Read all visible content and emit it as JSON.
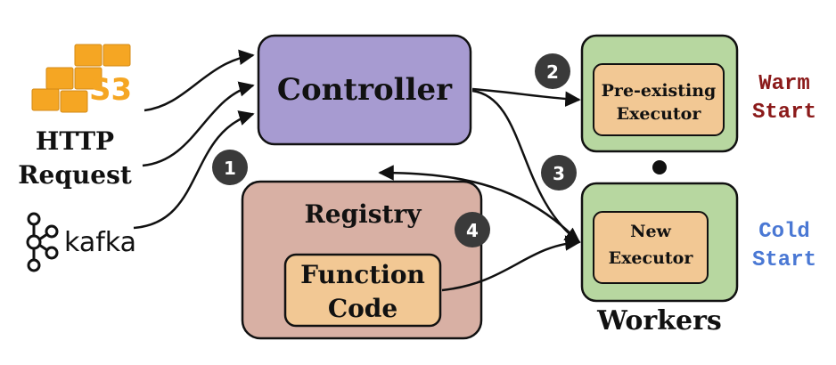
{
  "sources": {
    "s3_logo": {
      "text": "S3",
      "color": "#f5a623"
    },
    "http": {
      "line1": "HTTP",
      "line2": "Request"
    },
    "kafka_logo": {
      "text": "kafka"
    }
  },
  "controller": {
    "label": "Controller",
    "fill": "#a79bd1"
  },
  "registry": {
    "title": "Registry",
    "fill": "#d8b0a4",
    "function_code": {
      "line1": "Function",
      "line2": "Code"
    }
  },
  "workers": {
    "label": "Workers",
    "fill": "#b7d7a0",
    "executor_fill": "#f2c894",
    "warm_executor": {
      "line1": "Pre-existing",
      "line2": "Executor"
    },
    "cold_executor": {
      "line1": "New",
      "line2": "Executor"
    },
    "separator": "•"
  },
  "start_labels": {
    "warm": {
      "line1": "Warm",
      "line2": "Start",
      "color": "#8b1a1a"
    },
    "cold": {
      "line1": "Cold",
      "line2": "Start",
      "color": "#4a78d4"
    }
  },
  "steps": [
    "1",
    "2",
    "3",
    "4"
  ]
}
